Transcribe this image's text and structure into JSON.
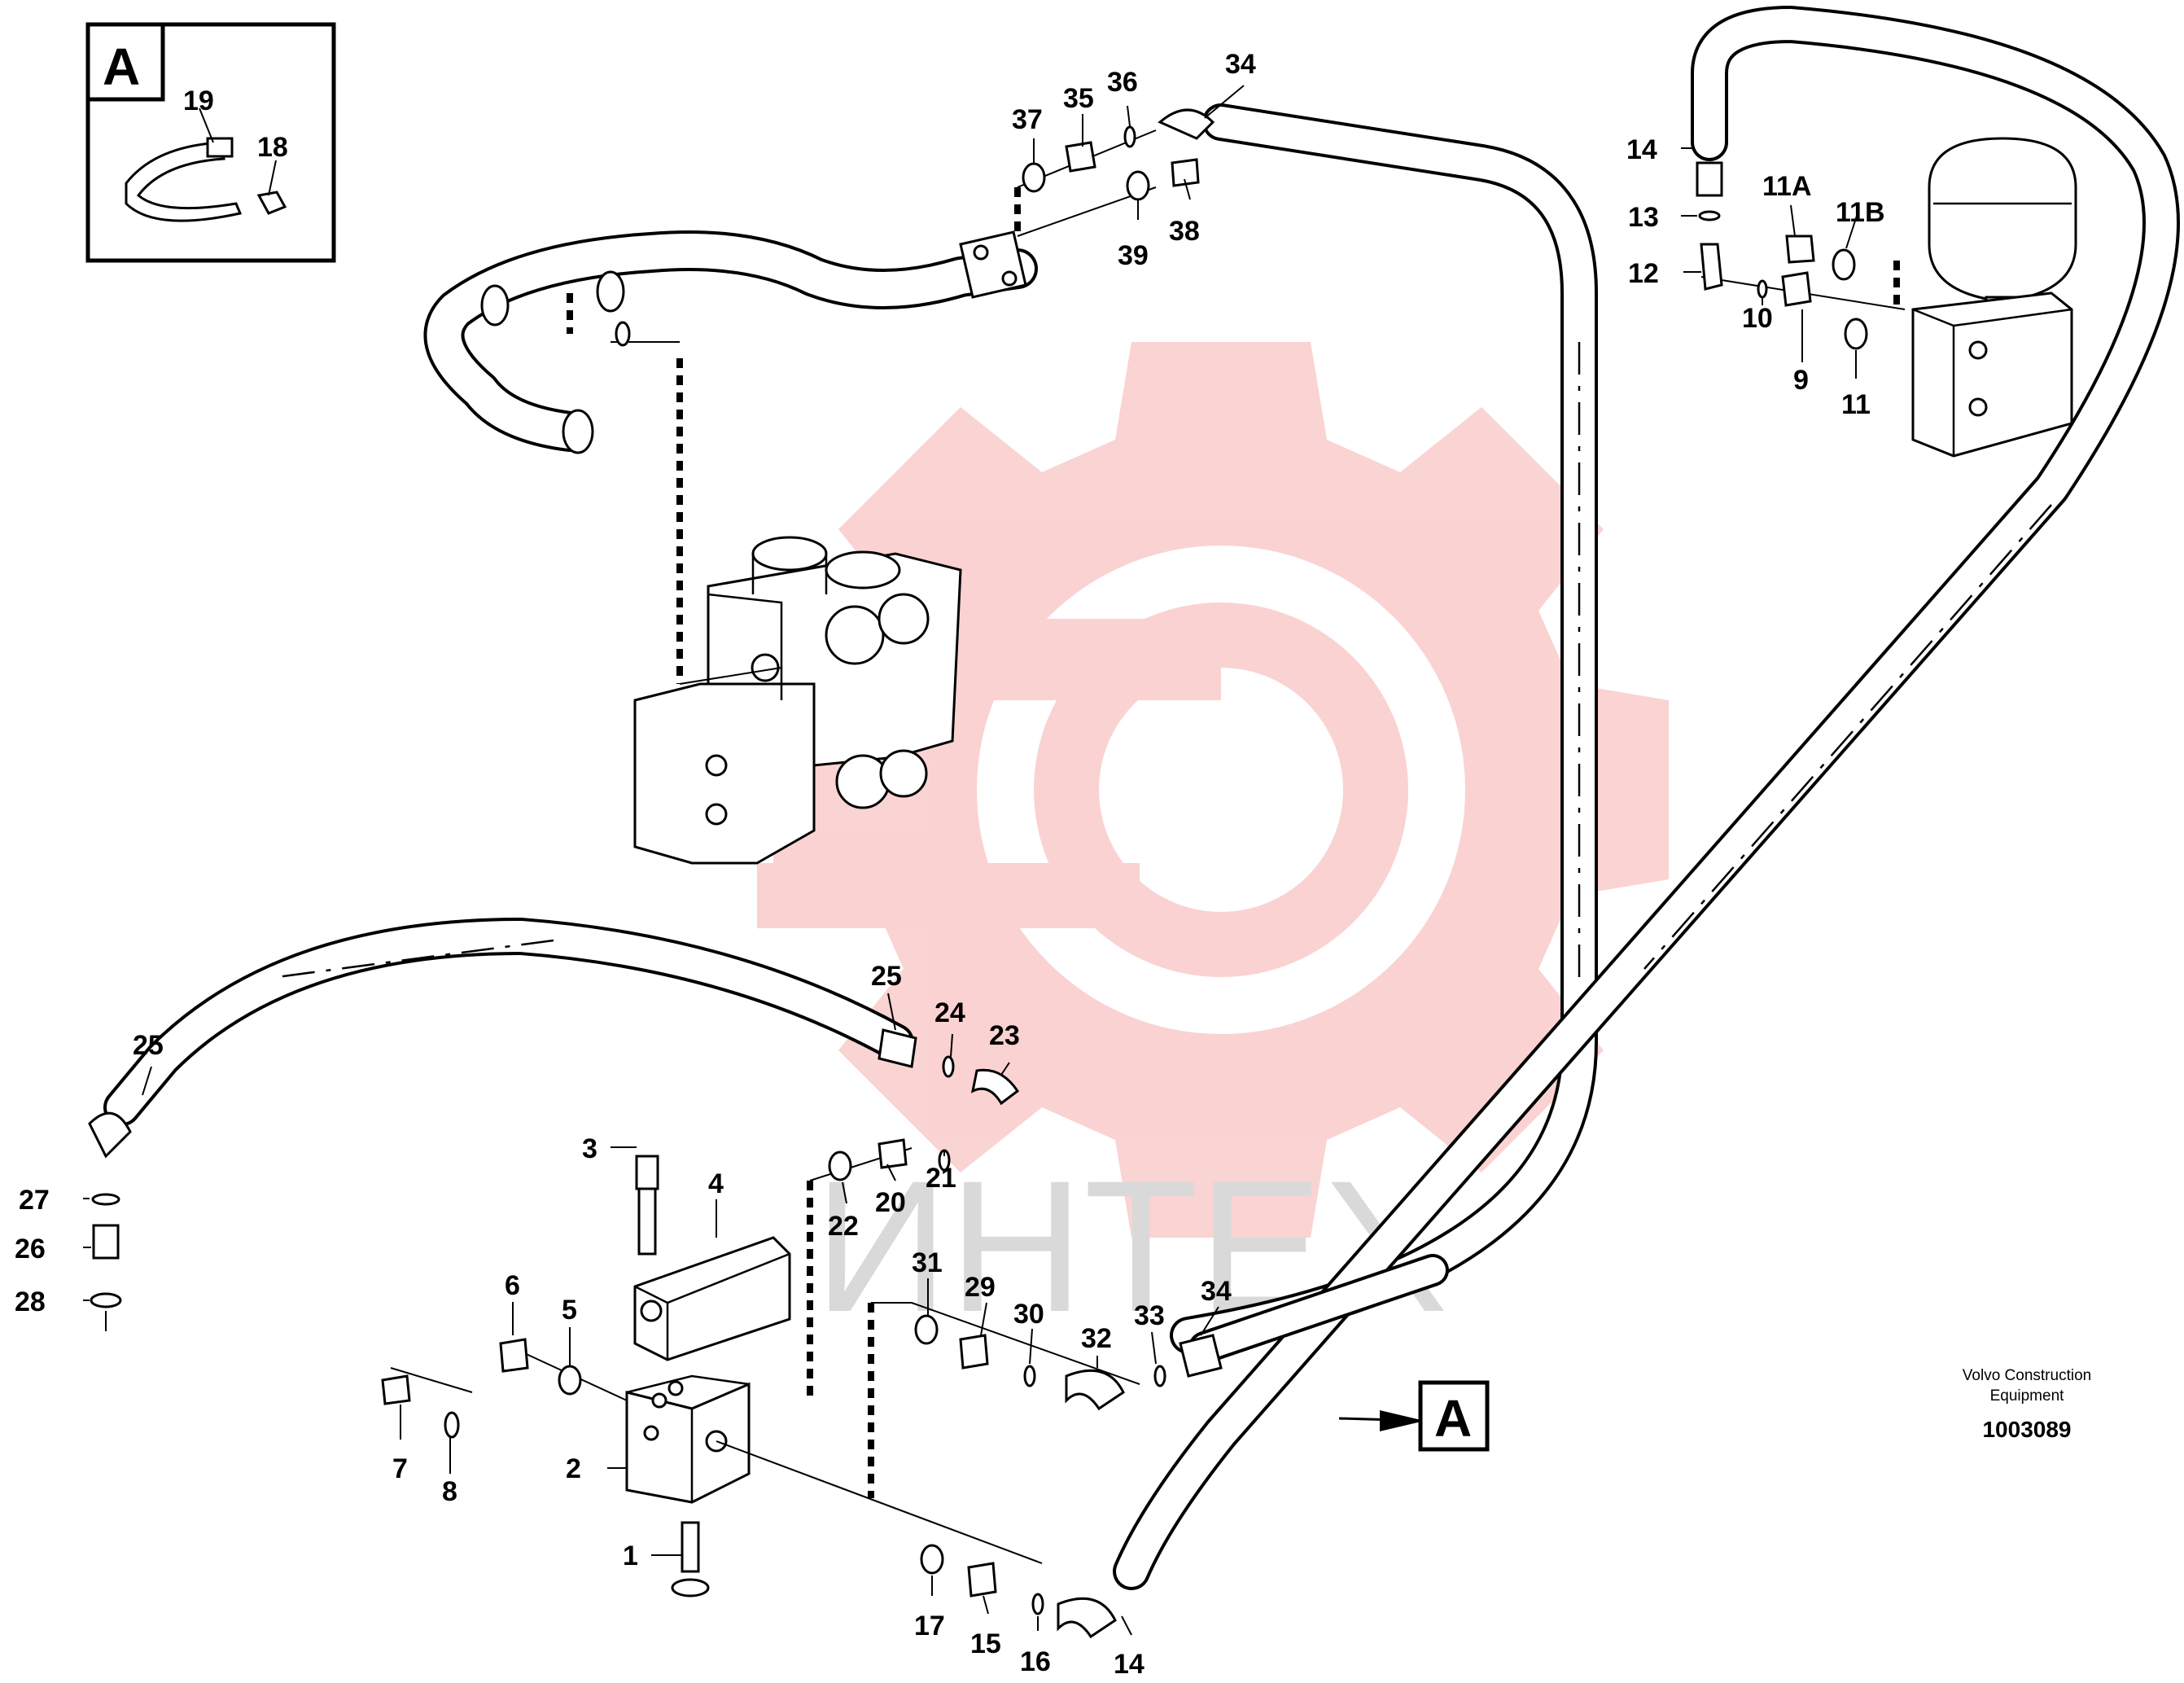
{
  "inset_box": {
    "letter": "A"
  },
  "reference_marker": {
    "letter": "A"
  },
  "callouts": [
    {
      "id": "c19",
      "text": "19"
    },
    {
      "id": "c18",
      "text": "18"
    },
    {
      "id": "c37",
      "text": "37"
    },
    {
      "id": "c35",
      "text": "35"
    },
    {
      "id": "c36",
      "text": "36"
    },
    {
      "id": "c34a",
      "text": "34"
    },
    {
      "id": "c39",
      "text": "39"
    },
    {
      "id": "c38",
      "text": "38"
    },
    {
      "id": "c14a",
      "text": "14"
    },
    {
      "id": "c13",
      "text": "13"
    },
    {
      "id": "c12",
      "text": "12"
    },
    {
      "id": "c11A",
      "text": "11A"
    },
    {
      "id": "c11B",
      "text": "11B"
    },
    {
      "id": "c10",
      "text": "10"
    },
    {
      "id": "c9",
      "text": "9"
    },
    {
      "id": "c11",
      "text": "11"
    },
    {
      "id": "c25a",
      "text": "25"
    },
    {
      "id": "c25b",
      "text": "25"
    },
    {
      "id": "c24",
      "text": "24"
    },
    {
      "id": "c23",
      "text": "23"
    },
    {
      "id": "c21",
      "text": "21"
    },
    {
      "id": "c20",
      "text": "20"
    },
    {
      "id": "c22",
      "text": "22"
    },
    {
      "id": "c27",
      "text": "27"
    },
    {
      "id": "c26",
      "text": "26"
    },
    {
      "id": "c28",
      "text": "28"
    },
    {
      "id": "c3",
      "text": "3"
    },
    {
      "id": "c4",
      "text": "4"
    },
    {
      "id": "c6",
      "text": "6"
    },
    {
      "id": "c5",
      "text": "5"
    },
    {
      "id": "c7",
      "text": "7"
    },
    {
      "id": "c8",
      "text": "8"
    },
    {
      "id": "c2",
      "text": "2"
    },
    {
      "id": "c1",
      "text": "1"
    },
    {
      "id": "c31",
      "text": "31"
    },
    {
      "id": "c29",
      "text": "29"
    },
    {
      "id": "c30",
      "text": "30"
    },
    {
      "id": "c32",
      "text": "32"
    },
    {
      "id": "c33",
      "text": "33"
    },
    {
      "id": "c34b",
      "text": "34"
    },
    {
      "id": "c17",
      "text": "17"
    },
    {
      "id": "c15",
      "text": "15"
    },
    {
      "id": "c16",
      "text": "16"
    },
    {
      "id": "c14b",
      "text": "14"
    }
  ],
  "caption": {
    "line1": "Volvo Construction",
    "line2": "Equipment",
    "doc_id": "1003089"
  },
  "watermark": {
    "text": "ИНТЕХ",
    "color": "#f6c5c5"
  }
}
